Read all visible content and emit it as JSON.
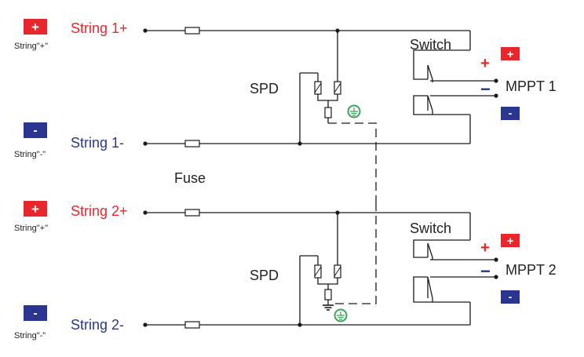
{
  "colors": {
    "positive": "#e8262c",
    "negative": "#2a3590",
    "wire": "#1a1a1a",
    "ground": "#3aa55a"
  },
  "symbols": {
    "plus": "+",
    "minus": "-"
  },
  "strings": [
    {
      "label": "String 1+",
      "polarity": "positive",
      "sub_label": "String\"+\""
    },
    {
      "label": "String 1-",
      "polarity": "negative",
      "sub_label": "String\"-\""
    },
    {
      "label": "String 2+",
      "polarity": "positive",
      "sub_label": "String\"+\""
    },
    {
      "label": "String 2-",
      "polarity": "negative",
      "sub_label": "String\"-\""
    }
  ],
  "fuse_label": "Fuse",
  "blocks": [
    {
      "spd_label": "SPD",
      "switch_label": "Switch",
      "mppt_label": "MPPT 1",
      "plus_sign": "+",
      "minus_sign": "−"
    },
    {
      "spd_label": "SPD",
      "switch_label": "Switch",
      "mppt_label": "MPPT 2",
      "plus_sign": "+",
      "minus_sign": "−"
    }
  ],
  "icons": [
    "plus-badge-icon",
    "minus-badge-icon",
    "fuse-icon",
    "ground-icon",
    "switch-contact-icon",
    "spd-varistor-icon"
  ]
}
